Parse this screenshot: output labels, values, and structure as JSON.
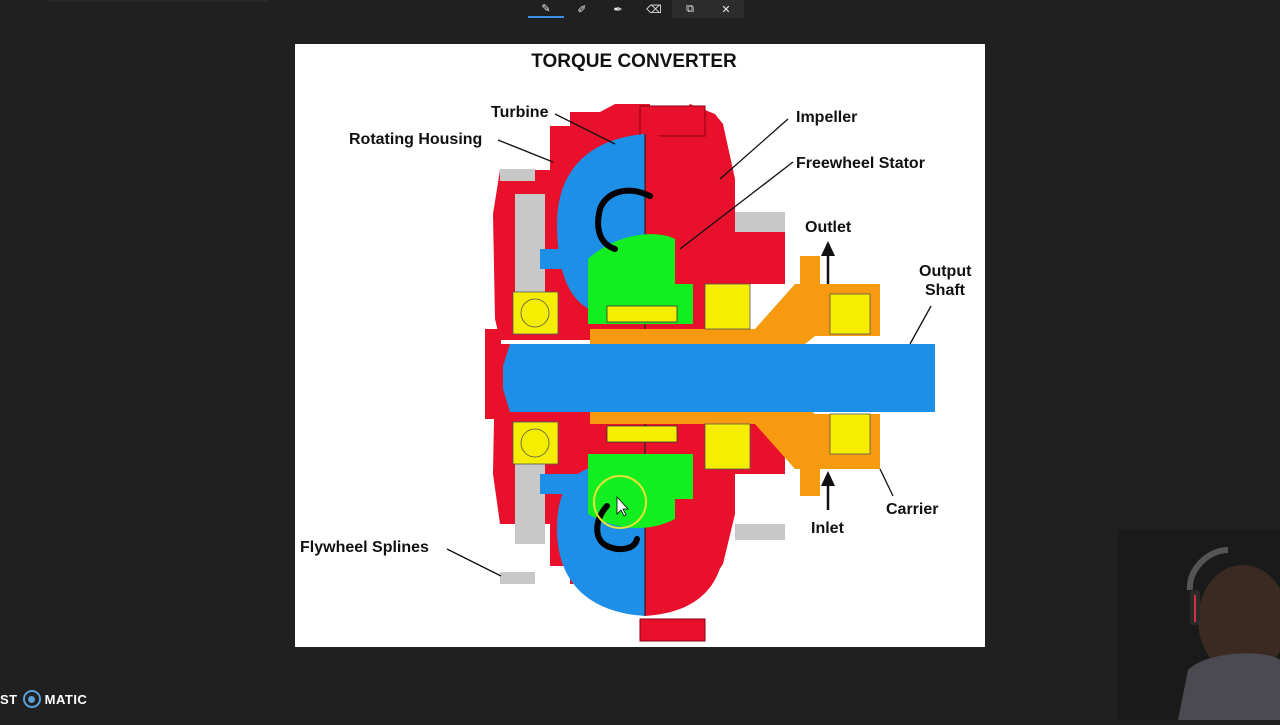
{
  "toolbar": {
    "tools": [
      {
        "icon": "pen-icon",
        "glyph": "✎"
      },
      {
        "icon": "highlighter-icon",
        "glyph": "✐"
      },
      {
        "icon": "marker-icon",
        "glyph": "✒"
      },
      {
        "icon": "eraser-icon",
        "glyph": "⌫"
      },
      {
        "icon": "copy-icon",
        "glyph": "⧉"
      },
      {
        "icon": "close-icon",
        "glyph": "✕"
      }
    ]
  },
  "diagram": {
    "title": "TORQUE CONVERTER",
    "labels": {
      "turbine": "Turbine",
      "rotating_housing": "Rotating Housing",
      "impeller": "Impeller",
      "freewheel_stator": "Freewheel Stator",
      "outlet": "Outlet",
      "output_shaft_1": "Output",
      "output_shaft_2": "Shaft",
      "carrier": "Carrier",
      "inlet": "Inlet",
      "flywheel_splines": "Flywheel Splines"
    },
    "colors": {
      "housing": "#e8102a",
      "turbine": "#1e8fe6",
      "stator": "#12ee20",
      "bearing": "#f5ee00",
      "carrier": "#f79a10",
      "casing_gray": "#c8c8c8"
    }
  },
  "logo": {
    "text_left": "ST",
    "text_right": "MATIC"
  }
}
